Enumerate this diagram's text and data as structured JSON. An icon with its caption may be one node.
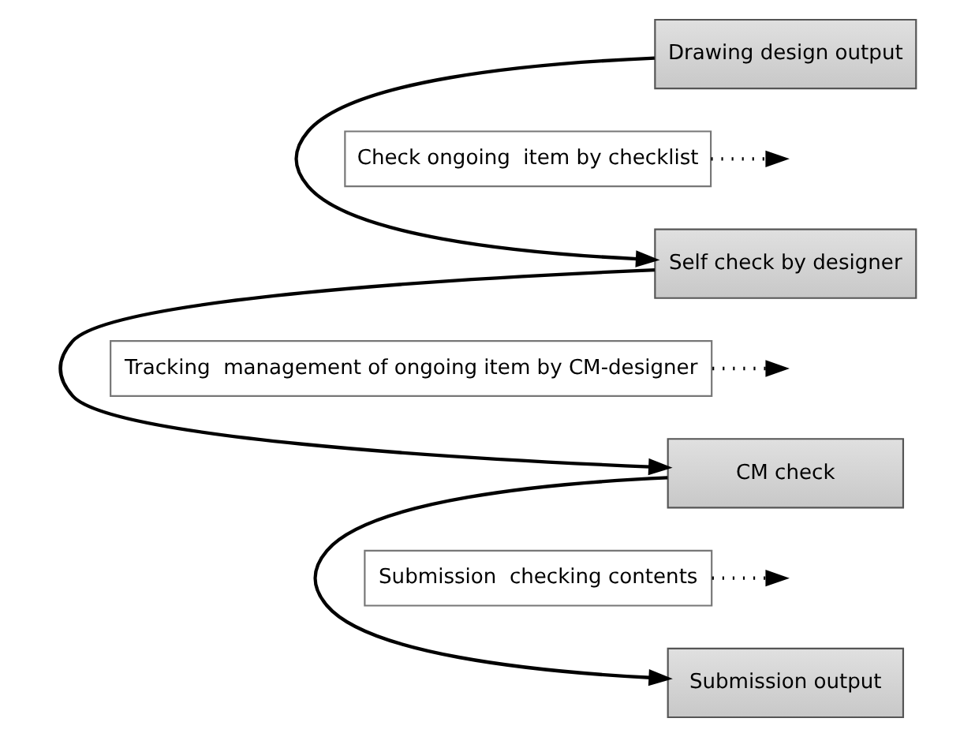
{
  "diagram": {
    "nodes": [
      {
        "text": [
          "Drawing design output"
        ]
      },
      {
        "text": [
          "Check ongoing  item by checklist"
        ]
      },
      {
        "text": [
          "Self check by designer"
        ]
      },
      {
        "text": [
          "Tracking  management of ongoing item by CM-designer"
        ]
      },
      {
        "text": [
          "CM check"
        ]
      },
      {
        "text": [
          "Submission  checking contents"
        ]
      },
      {
        "text": [
          "Submission output"
        ]
      }
    ],
    "edges": [
      {
        "from": 0,
        "to": 2,
        "arrow": "to"
      },
      {
        "from": 1,
        "to": null,
        "arrow": "to",
        "style": "dashed"
      },
      {
        "from": 2,
        "to": 4,
        "arrow": "to"
      },
      {
        "from": 3,
        "to": null,
        "arrow": "to",
        "style": "dashed"
      },
      {
        "from": 4,
        "to": 6,
        "arrow": "to"
      },
      {
        "from": 5,
        "to": null,
        "arrow": "to",
        "style": "dashed"
      }
    ]
  }
}
